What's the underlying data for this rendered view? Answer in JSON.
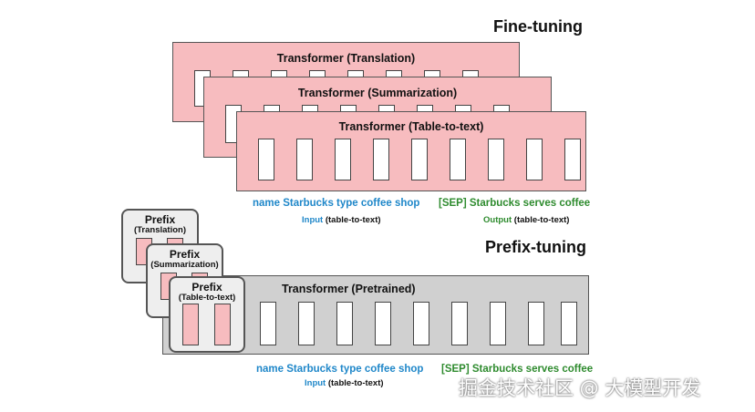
{
  "fine_tuning": {
    "title": "Fine-tuning",
    "panels": [
      {
        "label": "Transformer (Translation)"
      },
      {
        "label": "Transformer (Summarization)"
      },
      {
        "label": "Transformer (Table-to-text)"
      }
    ],
    "tokens_input": "name  Starbucks  type  coffee  shop",
    "tokens_output": "[SEP] Starbucks  serves  coffee",
    "input_caption": {
      "keyword": "Input",
      "rest": " (table-to-text)"
    },
    "output_caption": {
      "keyword": "Output",
      "rest": " (table-to-text)"
    }
  },
  "prefix_tuning": {
    "title": "Prefix-tuning",
    "pretrained_label": "Transformer  (Pretrained)",
    "prefix_cards": [
      {
        "title": "Prefix",
        "sub": "(Translation)"
      },
      {
        "title": "Prefix",
        "sub": "(Summarization)"
      },
      {
        "title": "Prefix",
        "sub": "(Table-to-text)"
      }
    ],
    "tokens_input": "name  Starbucks  type  coffee  shop",
    "tokens_output": "[SEP] Starbucks  serves  coffee",
    "input_caption": {
      "keyword": "Input",
      "rest": " (table-to-text)"
    }
  },
  "watermark": "掘金技术社区 @ 大模型开发"
}
